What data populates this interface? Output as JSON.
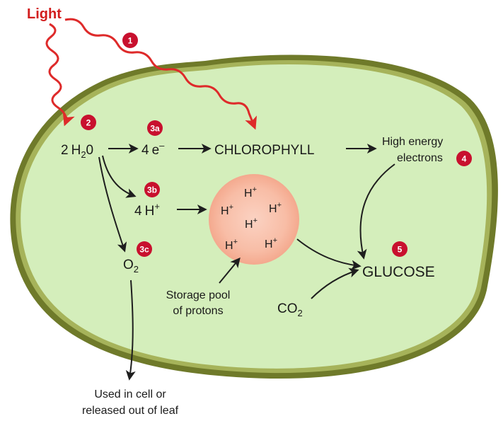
{
  "colors": {
    "cell_fill": "#d4eebb",
    "cell_border_outer": "#6f7a2a",
    "cell_border_inner": "#a6b35a",
    "light": "#de2a2a",
    "badge": "#c8102e",
    "pool_fill": "#f9c3ad",
    "arrow": "#1e1e1e"
  },
  "light_label": "Light",
  "badges": {
    "b1": "1",
    "b2": "2",
    "b3a": "3a",
    "b3b": "3b",
    "b3c": "3c",
    "b4": "4",
    "b5": "5"
  },
  "water": {
    "coef": "2",
    "h": "H",
    "sub": "2",
    "o": "0"
  },
  "electrons": {
    "coef": "4",
    "e": "e",
    "sup": "–"
  },
  "protons": {
    "coef": "4",
    "h": "H",
    "sup": "+"
  },
  "oxygen": {
    "o": "O",
    "sub": "2"
  },
  "chlorophyll": "CHLOROPHYLL",
  "high_energy": {
    "line1": "High energy",
    "line2": "electrons"
  },
  "pool_ions": {
    "h": "H",
    "sup": "+"
  },
  "storage_pool": {
    "line1": "Storage pool",
    "line2": "of protons"
  },
  "co2": {
    "c": "CO",
    "sub": "2"
  },
  "glucose": "GLUCOSE",
  "used_in_cell": {
    "line1": "Used in cell or",
    "line2": "released out of leaf"
  }
}
